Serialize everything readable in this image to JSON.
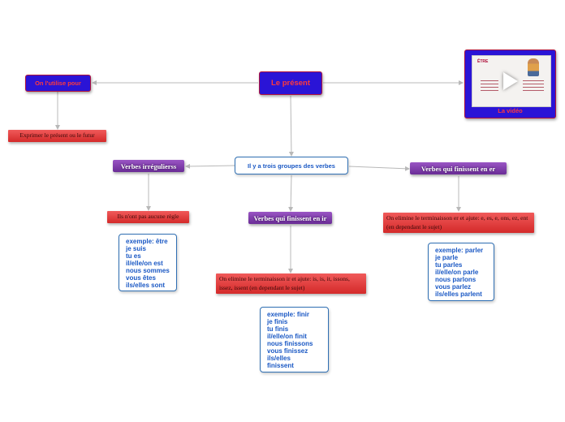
{
  "central": {
    "label": "Le présent"
  },
  "usage": {
    "label": "On l'utilise pour"
  },
  "usage_detail": {
    "label": "Exprimer le présent ou le futur"
  },
  "video": {
    "label": "La vidéo",
    "thumb_title": "ÊTRE",
    "play_icon": "play-icon"
  },
  "groups": {
    "label": "Il y a trois groupes des verbes"
  },
  "irregular": {
    "label": "Verbes irrégulierss",
    "rule": "Ils n'ont pas aucune règle",
    "example": [
      "exemple: être",
      "je suis",
      "tu es",
      "il/elle/on est",
      "nous sommes",
      "vous êtes",
      "ils/elles sont"
    ]
  },
  "ir_group": {
    "label": "Verbes qui finissent en ir",
    "rule": "On elimine le terminaisson ir et ajute: is, is, it, issons, issez, issent (en dependant le sujet)",
    "example": [
      "exemple: finir",
      "je finis",
      "tu finis",
      "il/elle/on finit",
      "nous finissons",
      "vous finissez",
      "ils/elles",
      "finissent"
    ]
  },
  "er_group": {
    "label": "Verbes qui finissent en er",
    "rule": "On elimine le terminaisson er et ajute: e, es, e, ons, ez, ent (en dependant le sujet)",
    "example": [
      "exemple: parler",
      "je parle",
      "tu parles",
      "il/elle/on parle",
      "nous parlons",
      "vous parlez",
      "ils/elles parlent"
    ]
  },
  "colors": {
    "central_fill": "#2a14d6",
    "central_text": "#ff3b3b",
    "branch": "#7b3fa8",
    "rule": "#e03a3a",
    "example_text": "#1a58c4",
    "connector": "#b8b8b8"
  }
}
